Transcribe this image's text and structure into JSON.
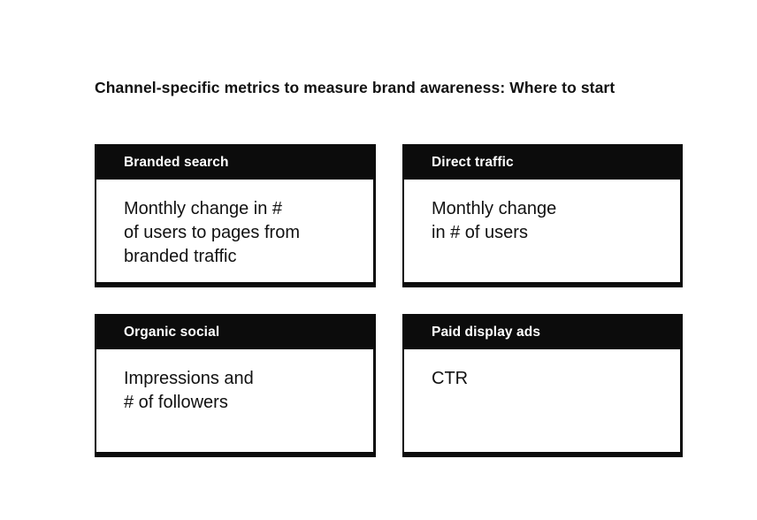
{
  "page": {
    "title": "Channel-specific metrics to measure brand awareness: Where to start"
  },
  "cards": [
    {
      "header": "Branded search",
      "body": "Monthly change in #\nof users to pages from\nbranded traffic"
    },
    {
      "header": "Direct traffic",
      "body": "Monthly change\nin # of users"
    },
    {
      "header": "Organic social",
      "body": "Impressions and\n# of followers"
    },
    {
      "header": "Paid display ads",
      "body": "CTR"
    }
  ],
  "colors": {
    "ink": "#0c0c0c",
    "background": "#ffffff",
    "header_text": "#ffffff",
    "body_text": "#111111"
  }
}
